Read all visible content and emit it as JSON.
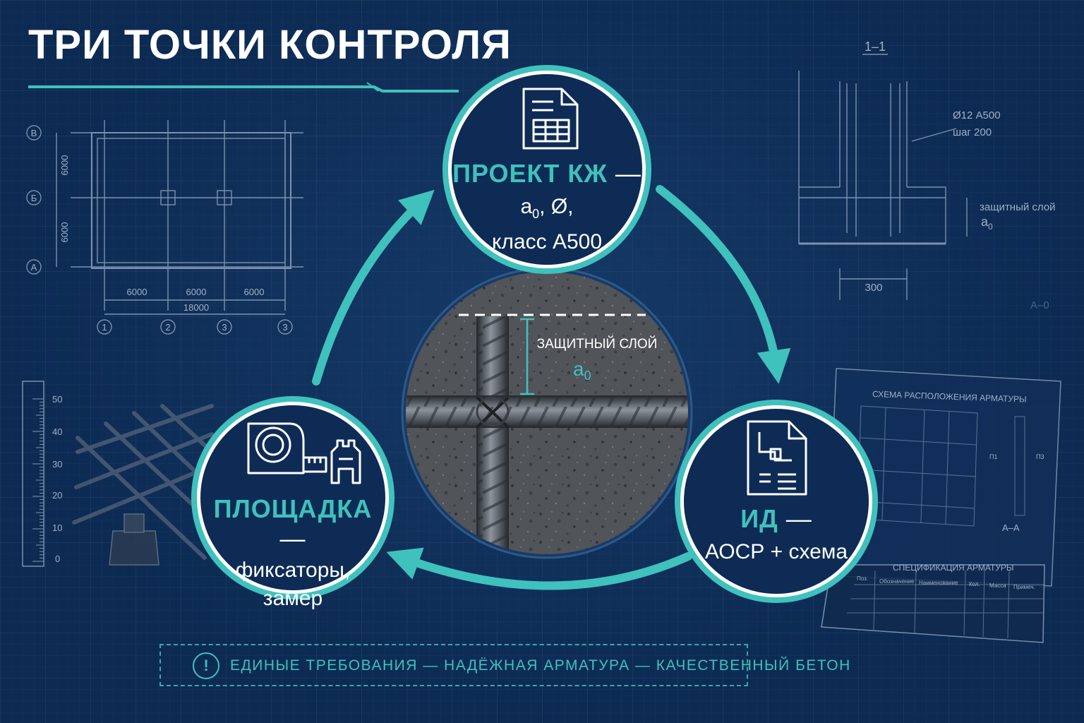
{
  "title": "ТРИ ТОЧКИ КОНТРОЛЯ",
  "nodes": {
    "project": {
      "heading": "ПРОЕКТ КЖ",
      "dash": " —",
      "line1_main": "a",
      "line1_sub": "0",
      "line1_rest": ", Ø,",
      "line2": "класс А500",
      "icon": "document-table-icon"
    },
    "docs": {
      "heading": "ИД",
      "dash": " —",
      "line1": "АОСР + схема",
      "icon": "document-drawing-icon"
    },
    "site": {
      "heading": "ПЛОЩАДКА",
      "dash": " —",
      "line1": "фиксаторы,",
      "line2": "замер",
      "icon": "tape-measure-icon"
    }
  },
  "center": {
    "label": "ЗАЩИТНЫЙ СЛОЙ",
    "symbol": "a",
    "symbol_sub": "0"
  },
  "banner": {
    "text": "ЕДИНЫЕ ТРЕБОВАНИЯ — НАДЁЖНАЯ АРМАТУРА — КАЧЕСТВЕННЫЙ БЕТОН",
    "icon": "exclamation-icon"
  },
  "plan": {
    "row_labels": [
      "В",
      "Б",
      "А"
    ],
    "col_labels": [
      "1",
      "2",
      "3",
      "3"
    ],
    "spans_x": [
      "6000",
      "6000",
      "6000"
    ],
    "total_x": "18000",
    "spans_y": [
      "6000",
      "6000"
    ]
  },
  "section": {
    "title": "1–1",
    "rebar": "Ø12 А500",
    "pitch": "шаг 200",
    "cover_label": "защитный слой",
    "cover_symbol": "a",
    "cover_sub": "0",
    "width": "300",
    "corner": "А–0"
  },
  "ruler": {
    "ticks": [
      "50",
      "40",
      "30",
      "20",
      "10",
      "0"
    ]
  },
  "sheet": {
    "title": "СХЕМА РАСПОЛОЖЕНИЯ АРМАТУРЫ",
    "section": "А–А",
    "spec_title": "СПЕЦИФИКАЦИЯ АРМАТУРЫ",
    "spec_cols": [
      "Поз.",
      "Обозначение",
      "Наименование",
      "Кол.",
      "Масса",
      "Примеч."
    ],
    "tag_p1": "П1",
    "tag_p2": "П3"
  },
  "colors": {
    "accent": "#3fc1bd",
    "background": "#0c2a52",
    "node_fill": "#0d2b55"
  }
}
